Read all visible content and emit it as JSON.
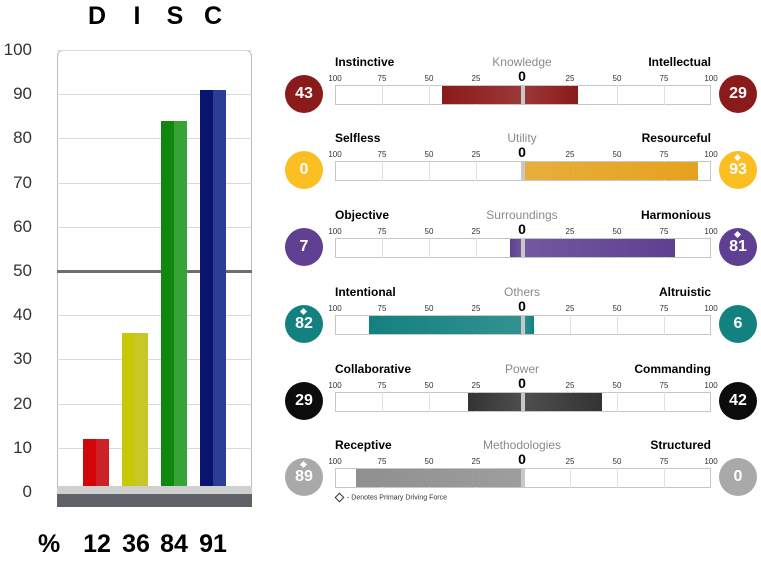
{
  "disc": {
    "letters": [
      "D",
      "I",
      "S",
      "C"
    ],
    "percent_symbol": "%",
    "percentages": [
      "12",
      "36",
      "84",
      "91"
    ]
  },
  "chart_data": [
    {
      "type": "bar",
      "categories": [
        "D",
        "I",
        "S",
        "C"
      ],
      "values": [
        12,
        36,
        84,
        91
      ],
      "title": "DISC",
      "ylim": [
        0,
        100
      ],
      "yticks": [
        0,
        10,
        20,
        30,
        40,
        50,
        60,
        70,
        80,
        90,
        100
      ],
      "reference_line": 50,
      "colors": [
        "#e8262b",
        "#e2e22c",
        "#3fba3f",
        "#2f47a8"
      ]
    },
    {
      "type": "bar",
      "orientation": "horizontal-diverging",
      "scale_ticks": [
        "100",
        "75",
        "50",
        "25",
        "0",
        "25",
        "50",
        "75",
        "100"
      ],
      "rows": [
        {
          "center": "Knowledge",
          "left_label": "Instinctive",
          "right_label": "Intellectual",
          "left_value": 43,
          "right_value": 29,
          "left_color": "#8b1a1a",
          "right_color": "#8b1a1a",
          "fill_color": "#8b1a1a",
          "primary": "none"
        },
        {
          "center": "Utility",
          "left_label": "Selfless",
          "right_label": "Resourceful",
          "left_value": 0,
          "right_value": 93,
          "left_color": "#fbbf24",
          "right_color": "#fbbf24",
          "fill_color": "#e5a21e",
          "primary": "right"
        },
        {
          "center": "Surroundings",
          "left_label": "Objective",
          "right_label": "Harmonious",
          "left_value": 7,
          "right_value": 81,
          "left_color": "#5e3f91",
          "right_color": "#5e3f91",
          "fill_color": "#5e3f91",
          "primary": "right"
        },
        {
          "center": "Others",
          "left_label": "Intentional",
          "right_label": "Altruistic",
          "left_value": 82,
          "right_value": 6,
          "left_color": "#138180",
          "right_color": "#138180",
          "fill_color": "#138180",
          "primary": "left"
        },
        {
          "center": "Power",
          "left_label": "Collaborative",
          "right_label": "Commanding",
          "left_value": 29,
          "right_value": 42,
          "left_color": "#0c0c0c",
          "right_color": "#0c0c0c",
          "fill_color": "#333333",
          "primary": "none"
        },
        {
          "center": "Methodologies",
          "left_label": "Receptive",
          "right_label": "Structured",
          "left_value": 89,
          "right_value": 0,
          "left_color": "#a9a9a9",
          "right_color": "#a9a9a9",
          "fill_color": "#8f8f8f",
          "primary": "left"
        }
      ],
      "legend_note": "- Denotes Primary Driving Force"
    }
  ]
}
